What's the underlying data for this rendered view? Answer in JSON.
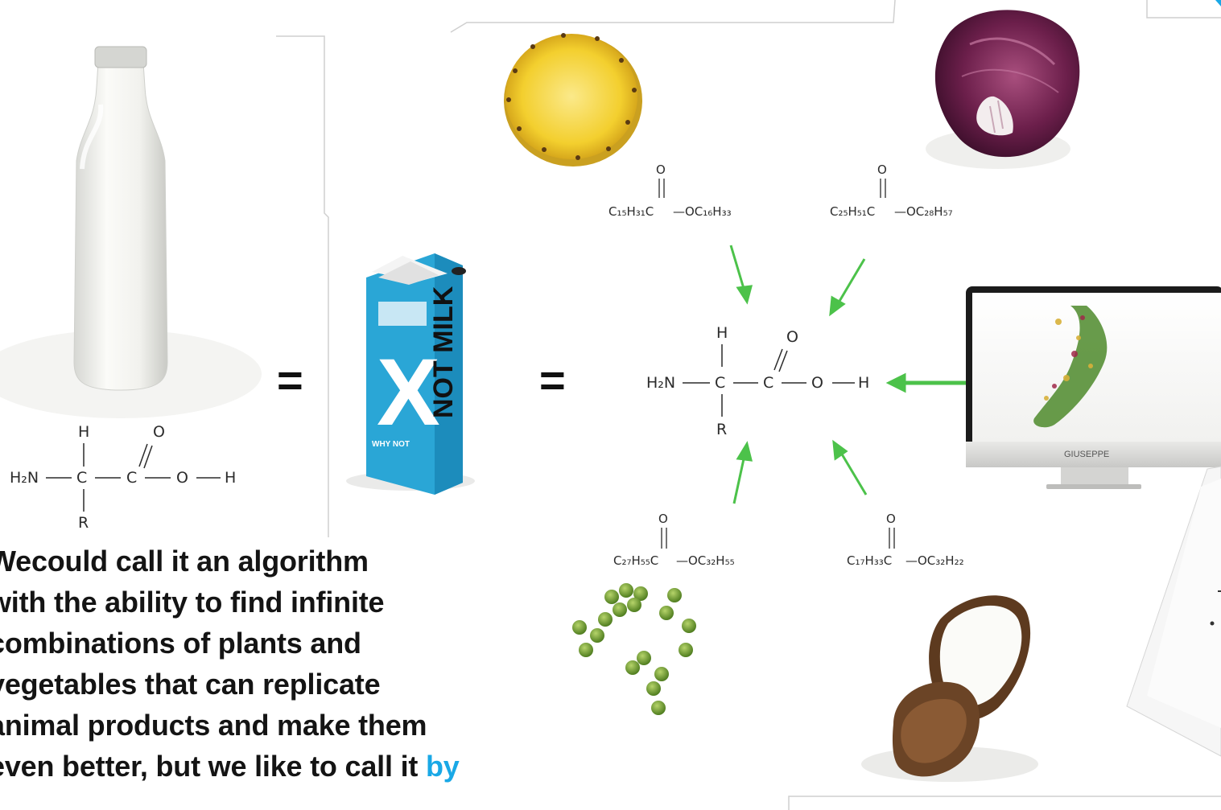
{
  "colors": {
    "accent": "#19a8e6",
    "arrow": "#4cc24a",
    "carton": "#2aa6d6",
    "text": "#141414"
  },
  "equals": [
    "=",
    "="
  ],
  "left_formula": {
    "h": "H",
    "o": "O",
    "h2n": "H₂N",
    "c1": "C",
    "c2": "C",
    "oh": "O",
    "h_end": "H",
    "r": "R"
  },
  "center_formula": {
    "h": "H",
    "o": "O",
    "h2n": "H₂N",
    "c1": "C",
    "c2": "C",
    "oh": "O",
    "h_end": "H",
    "r": "R"
  },
  "esters": [
    {
      "o": "O",
      "left": "C₁₅H₃₁C",
      "right": "—OC₁₆H₃₃"
    },
    {
      "o": "O",
      "left": "C₂₅H₅₁C",
      "right": "—OC₂₈H₅₇"
    },
    {
      "o": "O",
      "left": "C₂₇H₅₅C",
      "right": "—OC₃₂H₅₅"
    },
    {
      "o": "O",
      "left": "C₁₇H₃₃C",
      "right": "—OC₃₂H₂₂"
    }
  ],
  "carton": {
    "brand": "NOT MILK",
    "sub": "WHY NOT",
    "x_mark": "X",
    "small_x": "X"
  },
  "monitor": {
    "label": "GIUSEPPE"
  },
  "blurb": {
    "lines": [
      "Wecould call it an algorithm",
      "with the ability to find infinite",
      "combinations of plants and",
      "vegetables that can replicate",
      "animal products and make them"
    ],
    "last_prefix": "even better, but we like to call it ",
    "last_accent": "by"
  }
}
